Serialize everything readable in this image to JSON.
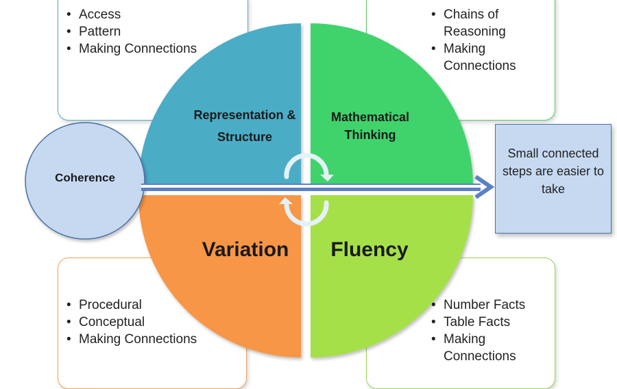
{
  "colors": {
    "representation": "#4bacc6",
    "mathematical_thinking": "#3fd36c",
    "variation": "#f79646",
    "fluency": "#a5e04a",
    "coherence_fill": "#c6d9f1",
    "arrow": "#5b80c4"
  },
  "top_left_box": {
    "items": [
      "Access",
      "Pattern",
      "Making Connections"
    ]
  },
  "top_right_box": {
    "items": [
      "Chains of Reasoning",
      "Making Connections"
    ]
  },
  "bottom_left_box": {
    "items": [
      "Procedural",
      "Conceptual",
      "Making Connections"
    ]
  },
  "bottom_right_box": {
    "items": [
      "Number Facts",
      "Table Facts",
      "Making Connections"
    ]
  },
  "quadrants": {
    "representation": "Representation & Structure",
    "mathematical_thinking": "Mathematical Thinking",
    "variation": "Variation",
    "fluency": "Fluency"
  },
  "coherence": "Coherence",
  "steps_box": "Small connected steps are easier to take",
  "icons": [
    "cycle-arrow-top-icon",
    "cycle-arrow-bottom-icon",
    "right-arrow-icon"
  ]
}
